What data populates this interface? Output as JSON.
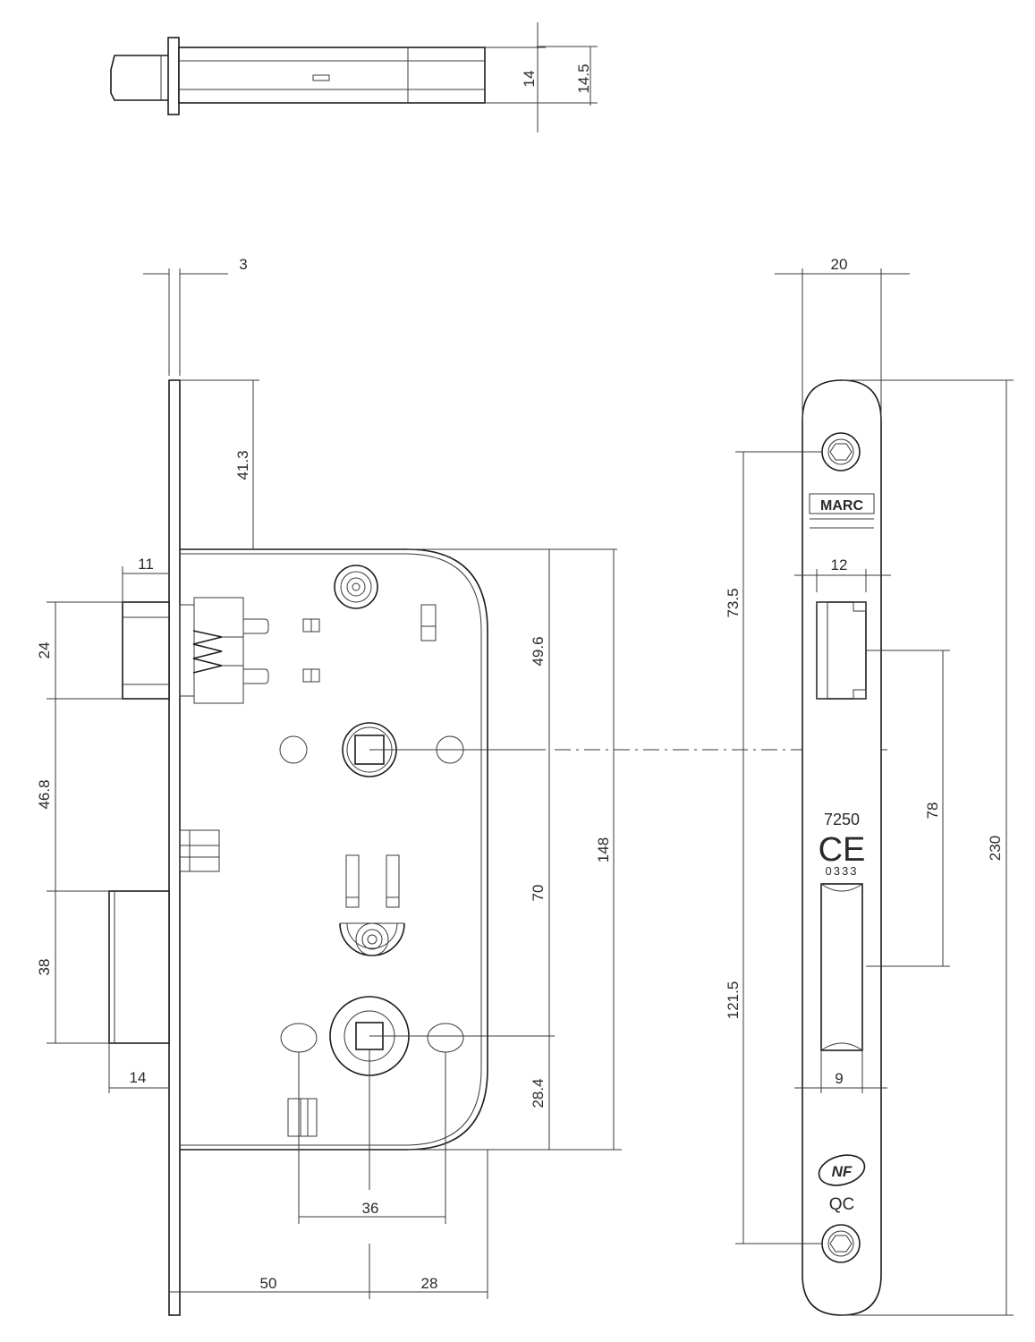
{
  "dimensions": {
    "top_view": {
      "d14": "14",
      "d14_5": "14.5"
    },
    "front_view": {
      "faceplate_thickness": "3",
      "top_offset": "41.3",
      "latch_projection": "11",
      "latch_height": "24",
      "latch_to_bolt": "46.8",
      "bolt_height": "38",
      "bolt_projection": "14",
      "top_to_follower": "49.6",
      "follower_to_spindle": "70",
      "spindle_to_bottom": "28.4",
      "case_height": "148",
      "screw_spacing": "36",
      "backset": "50",
      "case_depth_rest": "28"
    },
    "side_view": {
      "faceplate_width": "20",
      "latch_slot_width": "12",
      "top_screw_to_follower": "73.5",
      "bolt_slot_offset": "78",
      "follower_to_bottom_screw": "121.5",
      "bolt_slot_width": "9",
      "faceplate_length": "230"
    }
  },
  "markings": {
    "brand": "MARC",
    "model": "7250",
    "ce": "CE",
    "ce_number": "0333",
    "nf": "NF",
    "qc": "QC"
  }
}
